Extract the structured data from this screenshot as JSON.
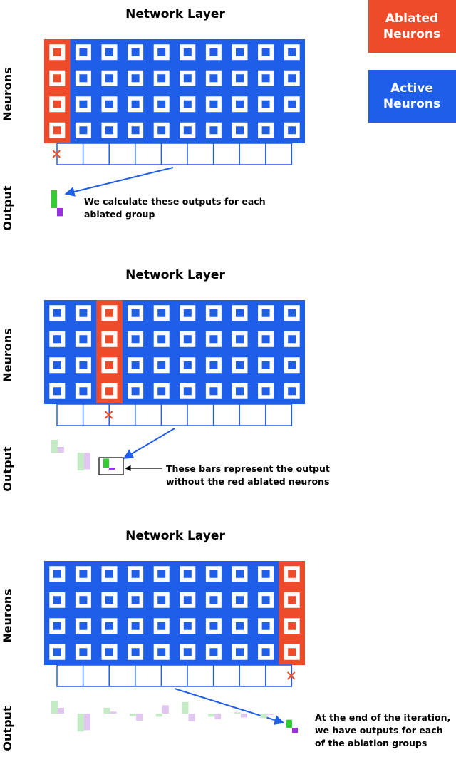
{
  "legend": {
    "ablated": {
      "label_line1": "Ablated",
      "label_line2": "Neurons",
      "color": "#EE4B2B"
    },
    "active": {
      "label_line1": "Active",
      "label_line2": "Neurons",
      "color": "#1E5EE8"
    }
  },
  "colors": {
    "active": "#1E5EE8",
    "ablated": "#EE4B2B",
    "line": "#1E5EE8",
    "bar_green": "#33CC33",
    "bar_purple": "#9933DD",
    "faded_green": "#C4ECC4",
    "faded_purple": "#E2C6F2"
  },
  "grid": {
    "rows": 4,
    "cols": 10
  },
  "y_labels": {
    "neurons": "Neurons",
    "output": "Output"
  },
  "panels": [
    {
      "title": "Network Layer",
      "ablated_col": 0,
      "annotation_line1": "We calculate these outputs for each",
      "annotation_line2": "ablated group",
      "faded_bars": [],
      "current_output": {
        "green": 1.0,
        "purple": -0.45
      }
    },
    {
      "title": "Network Layer",
      "ablated_col": 2,
      "annotation_line1": "These bars represent the output",
      "annotation_line2": "without the red ablated neurons",
      "faded_bars": [
        {
          "green": 1.0,
          "purple": 0.45
        },
        {
          "green": -1.4,
          "purple": -1.3
        }
      ],
      "current_output": {
        "green": 0.5,
        "purple": -0.12
      }
    },
    {
      "title": "Network Layer",
      "ablated_col": 9,
      "annotation_line1": "At the end of the iteration,",
      "annotation_line2": "we have outputs for each",
      "annotation_line3": "of the ablation groups",
      "faded_bars": [
        {
          "green": 1.0,
          "purple": 0.45
        },
        {
          "green": -1.4,
          "purple": -1.3
        },
        {
          "green": 0.45,
          "purple": 0.15
        },
        {
          "green": -0.2,
          "purple": -0.55
        },
        {
          "green": -0.25,
          "purple": 0.65
        },
        {
          "green": 0.9,
          "purple": -0.6
        },
        {
          "green": -0.25,
          "purple": -0.45
        },
        {
          "green": 0.1,
          "purple": -0.3
        },
        {
          "green": -0.35,
          "purple": -0.1
        }
      ],
      "current_output": {
        "green": 0.45,
        "purple": -0.3
      }
    }
  ]
}
